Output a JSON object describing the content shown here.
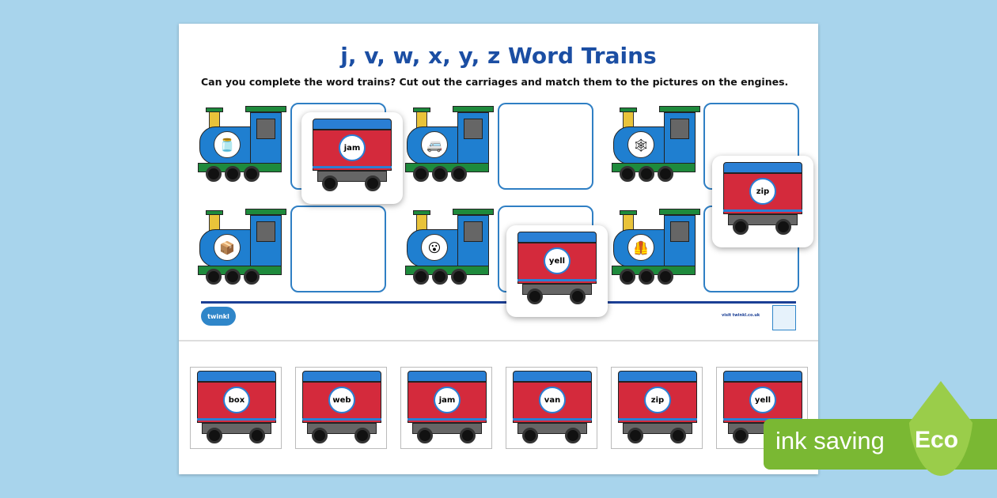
{
  "worksheet": {
    "title": "j, v, w, x, y, z Word Trains",
    "instructions": "Can you complete the word trains? Cut out the carriages and match them to the pictures on the engines.",
    "engines": [
      {
        "picture": "jam-jar-icon"
      },
      {
        "picture": "van-icon"
      },
      {
        "picture": "spider-web-icon"
      },
      {
        "picture": "box-icon"
      },
      {
        "picture": "yelling-boy-icon"
      },
      {
        "picture": "vest-icon"
      }
    ],
    "placed_carriages": [
      "jam",
      "yell",
      "zip"
    ],
    "cutout_carriages": [
      "box",
      "web",
      "jam",
      "van",
      "zip",
      "yell"
    ],
    "footer": {
      "logo": "twinkl",
      "visit": "visit twinkl.co.uk"
    }
  },
  "badge": {
    "text": "ink saving",
    "eco": "Eco"
  },
  "colors": {
    "title": "#1b4ea3",
    "background": "#a8d4ec",
    "carriage_body": "#d42a3c",
    "carriage_roof": "#2a7fd4",
    "eco_green": "#7ab833"
  }
}
